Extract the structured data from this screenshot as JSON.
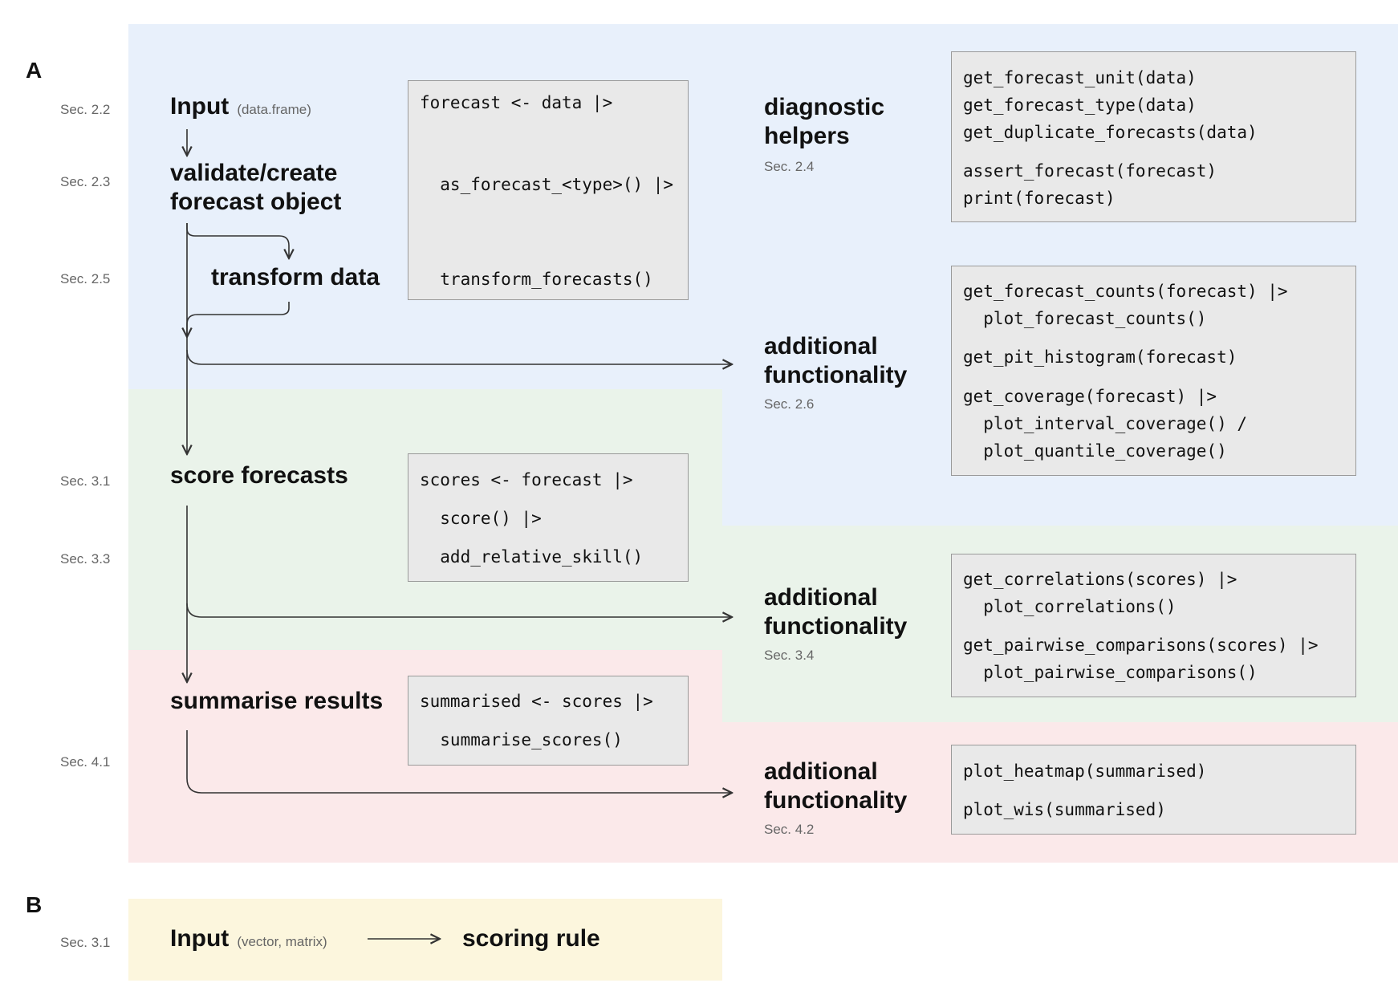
{
  "panel_labels": {
    "a": "A",
    "b": "B"
  },
  "panel_a": {
    "input": {
      "label": "Input",
      "note": "(data.frame)",
      "sec": "Sec. 2.2"
    },
    "validate": {
      "label_line1": "validate/create",
      "label_line2": "forecast object",
      "sec": "Sec. 2.3"
    },
    "transform": {
      "label": "transform data",
      "sec": "Sec. 2.5"
    },
    "forecast_code": {
      "line1": "forecast <- data |>",
      "line2": "  as_forecast_<type>() |>",
      "line3": "  transform_forecasts()"
    },
    "diagnostic": {
      "label_line1": "diagnostic",
      "label_line2": "helpers",
      "sec": "Sec. 2.4",
      "code": [
        "get_forecast_unit(data)",
        "get_forecast_type(data)",
        "get_duplicate_forecasts(data)",
        "assert_forecast(forecast)",
        "print(forecast)"
      ]
    },
    "additional_1": {
      "label_line1": "additional",
      "label_line2": "functionality",
      "sec": "Sec. 2.6",
      "code": [
        "get_forecast_counts(forecast) |>",
        "  plot_forecast_counts()",
        "get_pit_histogram(forecast)",
        "get_coverage(forecast) |>",
        "  plot_interval_coverage() /",
        "  plot_quantile_coverage()"
      ]
    },
    "score": {
      "label": "score forecasts",
      "sec": "Sec. 3.1"
    },
    "score_code": {
      "line1": "scores <- forecast |>",
      "line2": "  score() |>",
      "line3": "  add_relative_skill()"
    },
    "sec_3_3": "Sec. 3.3",
    "additional_2": {
      "label_line1": "additional",
      "label_line2": "functionality",
      "sec": "Sec. 3.4",
      "code": [
        "get_correlations(scores) |>",
        "  plot_correlations()",
        "get_pairwise_comparisons(scores) |>",
        "  plot_pairwise_comparisons()"
      ]
    },
    "summarise": {
      "label": "summarise results",
      "sec": "Sec. 4.1"
    },
    "summarise_code": {
      "line1": "summarised <- scores |>",
      "line2": "  summarise_scores()"
    },
    "additional_3": {
      "label_line1": "additional",
      "label_line2": "functionality",
      "sec": "Sec. 4.2",
      "code": [
        "plot_heatmap(summarised)",
        "plot_wis(summarised)"
      ]
    }
  },
  "panel_b": {
    "sec": "Sec. 3.1",
    "input": {
      "label": "Input",
      "note": "(vector, matrix)"
    },
    "output": "scoring rule"
  },
  "colors": {
    "blue_zone": "#e8f0fb",
    "green_zone": "#eaf3ea",
    "pink_zone": "#fbe9ea",
    "yellow_zone": "#fcf6dd",
    "code_box": "#e9e9e9",
    "line": "#333333"
  }
}
